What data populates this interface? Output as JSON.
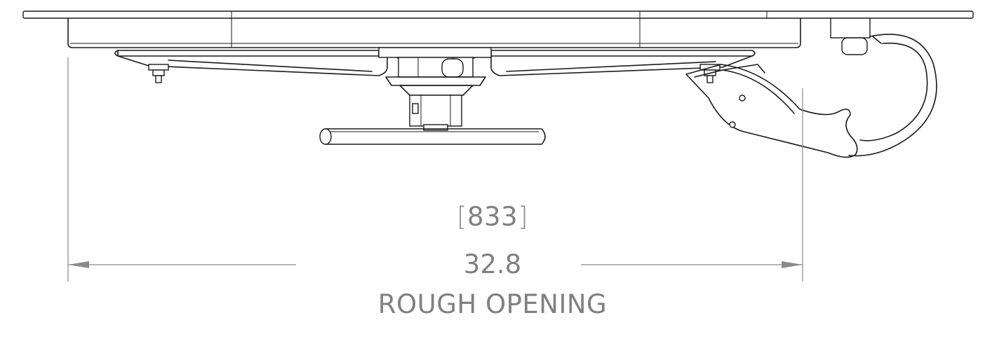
{
  "dimension": {
    "metric_open": "[",
    "metric_value": "833",
    "metric_close": "]",
    "imperial_value": "32.8",
    "label": "ROUGH OPENING"
  },
  "colors": {
    "line": "#1a1a1a",
    "dimension": "#808080",
    "background": "#ffffff"
  }
}
